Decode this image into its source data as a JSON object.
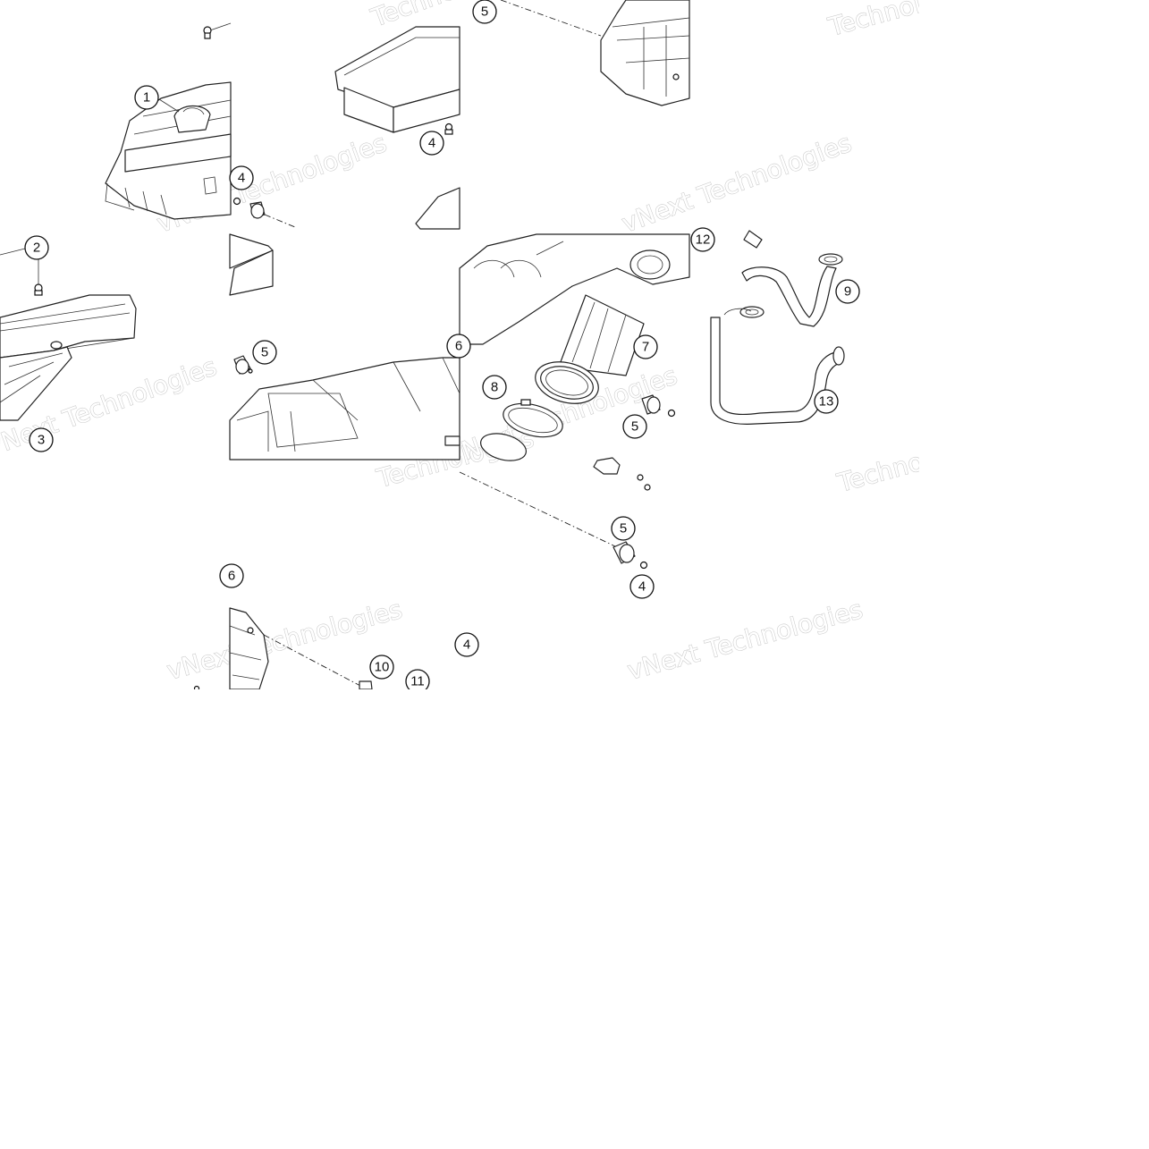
{
  "diagram": {
    "callouts": [
      {
        "label": "1"
      },
      {
        "label": "2"
      },
      {
        "label": "3"
      },
      {
        "label": "4"
      },
      {
        "label": "4"
      },
      {
        "label": "4"
      },
      {
        "label": "4"
      },
      {
        "label": "5"
      },
      {
        "label": "5"
      },
      {
        "label": "5"
      },
      {
        "label": "5"
      },
      {
        "label": "6"
      },
      {
        "label": "6"
      },
      {
        "label": "7"
      },
      {
        "label": "8"
      },
      {
        "label": "9"
      },
      {
        "label": "10"
      },
      {
        "label": "11"
      },
      {
        "label": "12"
      },
      {
        "label": "13"
      }
    ],
    "watermarks": [
      {
        "text": "Technologies"
      },
      {
        "text": "vNext Technologies"
      },
      {
        "text": "Technologies"
      },
      {
        "text": "vNext Technologies"
      },
      {
        "text": "vNext Technologies"
      },
      {
        "text": "Technologies"
      },
      {
        "text": "vNext Technologies"
      },
      {
        "text": "Technologies"
      },
      {
        "text": "vNext Technologies"
      },
      {
        "text": "vNext Technologies"
      }
    ]
  }
}
